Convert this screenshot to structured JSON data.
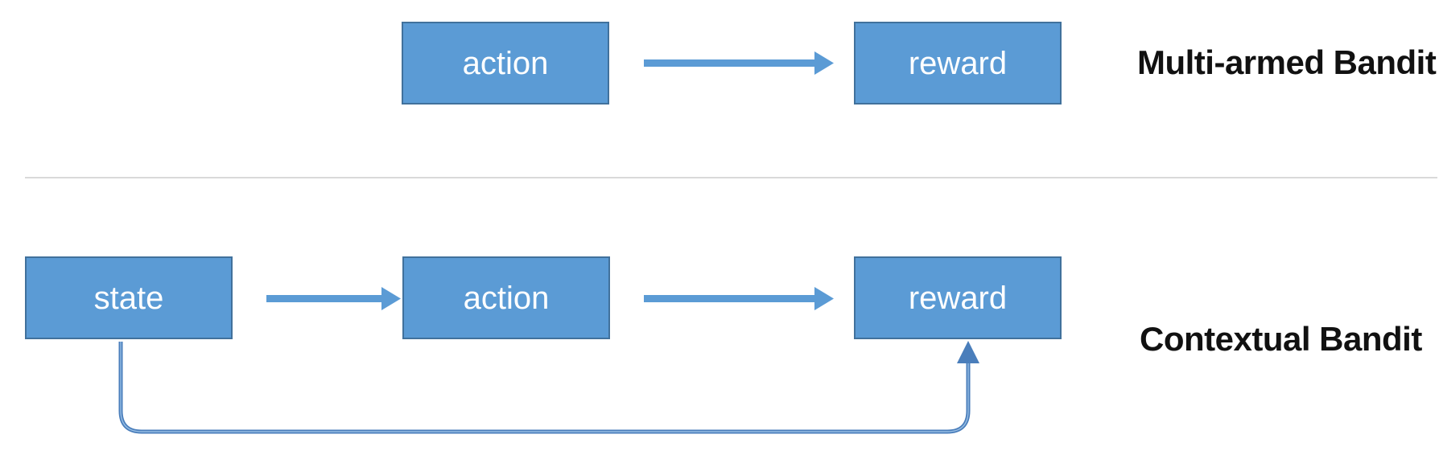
{
  "multi_armed": {
    "title": "Multi-armed Bandit",
    "nodes": [
      {
        "label": "action"
      },
      {
        "label": "reward"
      }
    ]
  },
  "contextual": {
    "title": "Contextual Bandit",
    "nodes": [
      {
        "label": "state"
      },
      {
        "label": "action"
      },
      {
        "label": "reward"
      }
    ]
  },
  "arrows": {
    "top": [
      {
        "from": "action",
        "to": "reward",
        "style": "straight",
        "icon": "right-arrow-icon"
      }
    ],
    "bottom": [
      {
        "from": "state",
        "to": "action",
        "style": "straight",
        "icon": "right-arrow-icon"
      },
      {
        "from": "action",
        "to": "reward",
        "style": "straight",
        "icon": "right-arrow-icon"
      },
      {
        "from": "state",
        "to": "reward",
        "style": "loop-under",
        "icon": "up-arrow-icon"
      }
    ]
  },
  "colors": {
    "box_fill": "#5b9bd5",
    "box_border": "#41719c",
    "box_text": "#ffffff",
    "arrow": "#5b9bd5",
    "loop_stroke": "#4a7ebb",
    "loop_highlight": "#96bde4",
    "divider": "#d9d9d9",
    "title_text": "#111111"
  }
}
